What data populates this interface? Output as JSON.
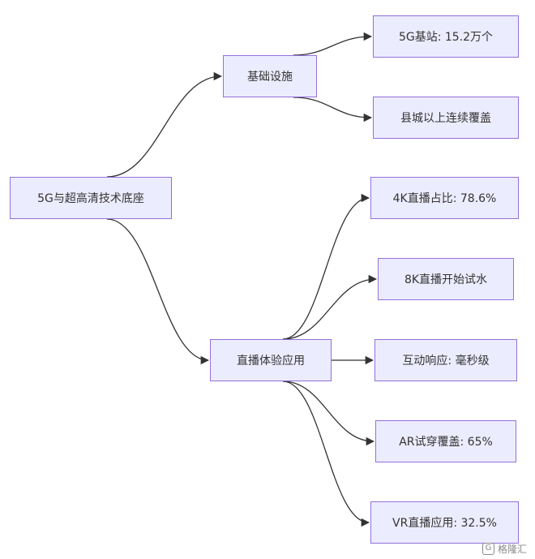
{
  "colors": {
    "node_fill": "#ececff",
    "node_border": "#9370db",
    "edge": "#333333"
  },
  "nodes": {
    "root": "5G与超高清技术底座",
    "infrastructure": "基础设施",
    "base_stations": "5G基站: 15.2万个",
    "county_coverage": "县城以上连续覆盖",
    "live_experience": "直播体验应用",
    "live_4k": "4K直播占比: 78.6%",
    "live_8k": "8K直播开始试水",
    "interaction": "互动响应: 毫秒级",
    "ar_trial": "AR试穿覆盖: 65%",
    "vr_live": "VR直播应用: 32.5%"
  },
  "edges": [
    [
      "root",
      "infrastructure"
    ],
    [
      "root",
      "live_experience"
    ],
    [
      "infrastructure",
      "base_stations"
    ],
    [
      "infrastructure",
      "county_coverage"
    ],
    [
      "live_experience",
      "live_4k"
    ],
    [
      "live_experience",
      "live_8k"
    ],
    [
      "live_experience",
      "interaction"
    ],
    [
      "live_experience",
      "ar_trial"
    ],
    [
      "live_experience",
      "vr_live"
    ]
  ],
  "watermark": {
    "icon": "gelonghui-logo-icon",
    "text": "格隆汇"
  }
}
